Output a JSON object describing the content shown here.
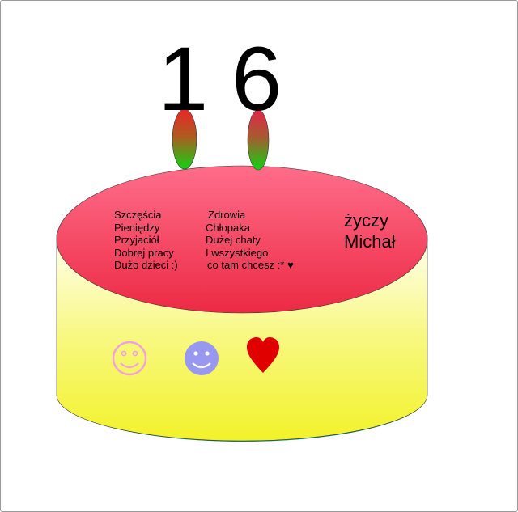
{
  "candles": {
    "digit_left": "1",
    "digit_right": "6"
  },
  "wishes": {
    "left": [
      "Szczęścia",
      "Pieniędzy",
      "Przyjaciół",
      "Dobrej pracy",
      "Dużo dzieci :)"
    ],
    "right": [
      "Zdrowia",
      "Chłopaka",
      "Dużej chaty",
      "I wszystkiego",
      "co tam chcesz :* ♥"
    ]
  },
  "signature": {
    "line1": "życzy",
    "line2": "Michał"
  },
  "icons": [
    "smiley-outline-icon",
    "smiley-filled-icon",
    "heart-icon"
  ],
  "colors": {
    "cake_side": "#f5f542",
    "cake_top": "#f04a62",
    "candle_top": "#e83a2a",
    "candle_bottom": "#18c418",
    "smiley_pink": "#f0a0e0",
    "smiley_blue": "#9090f0",
    "heart": "#e00000"
  }
}
